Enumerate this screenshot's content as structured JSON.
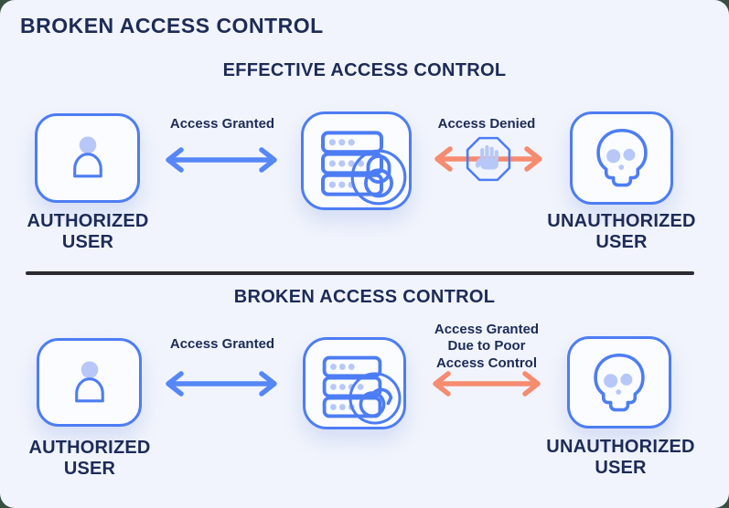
{
  "title": "BROKEN ACCESS CONTROL",
  "colors": {
    "canvas_background": "#f1f4fc",
    "outer_background": "#36503f",
    "navy_text": "#1d2b56",
    "blue_stroke": "#4d7df4",
    "blue_arrow": "#5687f7",
    "periwinkle_fill": "#b7c8f8",
    "salmon_arrow": "#f68b70",
    "locked_green": "#31a266",
    "divider": "#2b2c31",
    "card_fill": "#fbfcff"
  },
  "sections": [
    {
      "heading": "EFFECTIVE ACCESS CONTROL",
      "authorized": {
        "label": "AUTHORIZED\nUSER",
        "icon": "person-icon"
      },
      "granted_arrow": {
        "label": "Access Granted",
        "color": "#5687f7"
      },
      "server": {
        "icon": "server-icon",
        "lock_state": "locked",
        "lock_color": "#31a266"
      },
      "denied_arrow": {
        "label": "Access Denied",
        "color": "#f68b70",
        "badge_icon": "stop-hand-icon"
      },
      "unauthorized": {
        "label": "UNAUTHORIZED\nUSER",
        "icon": "skull-icon"
      }
    },
    {
      "heading": "BROKEN ACCESS CONTROL",
      "authorized": {
        "label": "AUTHORIZED\nUSER",
        "icon": "person-icon"
      },
      "granted_arrow": {
        "label": "Access Granted",
        "color": "#5687f7"
      },
      "server": {
        "icon": "server-icon",
        "lock_state": "unlocked"
      },
      "denied_arrow": {
        "label": "Access Granted\nDue to Poor\nAccess Control",
        "color": "#f68b70"
      },
      "unauthorized": {
        "label": "UNAUTHORIZED\nUSER",
        "icon": "skull-icon"
      }
    }
  ]
}
